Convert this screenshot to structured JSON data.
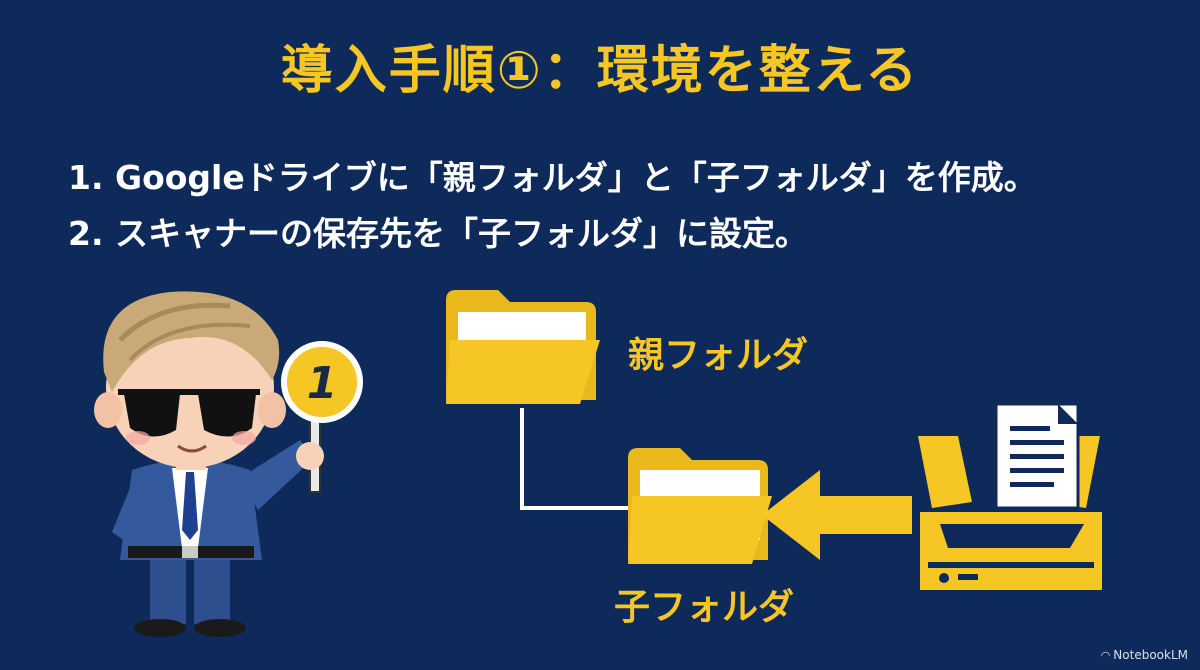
{
  "title": "導入手順①：環境を整える",
  "steps": [
    {
      "text": "1. Googleドライブに「親フォルダ」と「子フォルダ」を作成。"
    },
    {
      "text": "2. スキャナーの保存先を「子フォルダ」に設定。"
    }
  ],
  "diagram": {
    "parent_folder_label": "親フォルダ",
    "child_folder_label": "子フォルダ"
  },
  "character": {
    "sign_number": "1"
  },
  "branding": {
    "name": "NotebookLM"
  },
  "colors": {
    "background": "#0e2a5a",
    "accent": "#f6c624",
    "text": "#ffffff"
  }
}
